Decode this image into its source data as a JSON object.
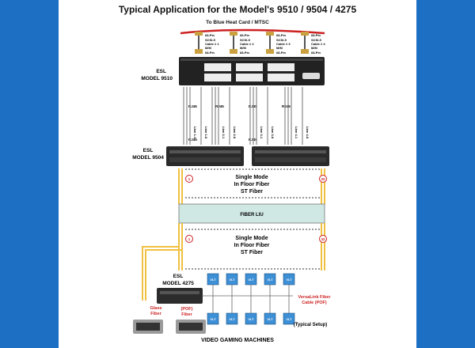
{
  "title": "Typical Application for the Model's 9510 / 9504 / 4275",
  "blue_heat": "To Blue Heat Card / MTSC",
  "cables": [
    {
      "top": "68-Pin",
      "l1": "SCSI-5",
      "l2": "Cable # 1",
      "l3": "M/M",
      "bot": "68-Pin"
    },
    {
      "top": "68-Pin",
      "l1": "SCSI-5",
      "l2": "Cable # 2",
      "l3": "M/M",
      "bot": "68-Pin"
    },
    {
      "top": "68-Pin",
      "l1": "SCSI-5",
      "l2": "Cable # 3",
      "l3": "M/M",
      "bot": "68-Pin"
    },
    {
      "top": "68-Pin",
      "l1": "SCSI-5",
      "l2": "Cable # 4",
      "l3": "M/M",
      "bot": "68-Pin"
    }
  ],
  "model_9510": {
    "l1": "ESL",
    "l2": "MODEL 9510"
  },
  "model_9504": {
    "l1": "ESL",
    "l2": "MODEL 9504"
  },
  "model_4275": {
    "l1": "ESL",
    "l2": "MODEL 4275"
  },
  "rj45": "RJ45",
  "line_groups": [
    [
      "Line 1-1",
      "Line 1-8"
    ],
    [
      "Line 2-1",
      "Line 2-8"
    ],
    [
      "Line 3-1",
      "Line 3-8"
    ],
    [
      "Line 4-1",
      "Line 4-8"
    ]
  ],
  "fiber1": {
    "l1": "Single Mode",
    "l2": "In Floor Fiber",
    "l3": "ST Fiber"
  },
  "fiber2": {
    "l1": "Single Mode",
    "l2": "In Floor Fiber",
    "l3": "ST Fiber"
  },
  "fiber_liu": "FIBER LIU",
  "markers": {
    "a": "1",
    "b": "32"
  },
  "glass": {
    "l1": "Glass",
    "l2": "Fiber"
  },
  "pof": {
    "l1": "(POF)",
    "l2": "Fiber"
  },
  "versalink": {
    "l1": "VersaLink Fiber",
    "l2": "Cable (POF)"
  },
  "vlt": "VLT",
  "typical": "(Typical Setup)",
  "footer": "VIDEO GAMING MACHINES",
  "colors": {
    "side": "#1d6fc4",
    "fiber": "#f0c040",
    "liu": "#cfe8e4",
    "rack": "#222222",
    "red": "#cc2222",
    "vlt": "#3d8fd6"
  }
}
